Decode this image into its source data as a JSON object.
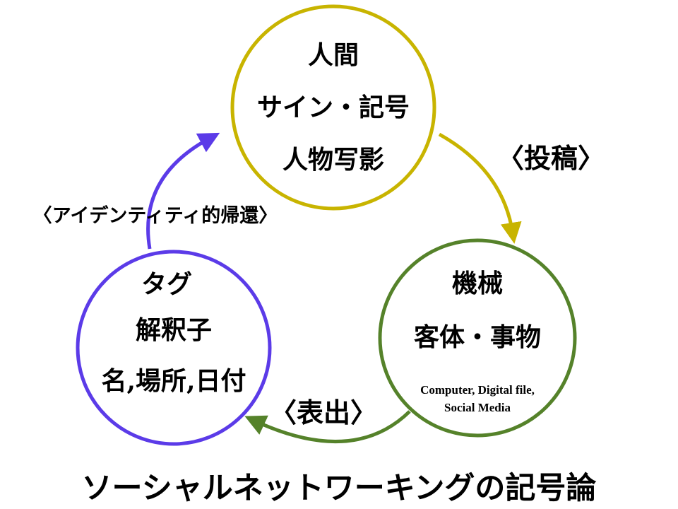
{
  "title": "ソーシャルネットワーキングの記号論",
  "nodes": {
    "human": {
      "lines": [
        "人間",
        "サイン・記号",
        "人物写影"
      ],
      "color": "#c8b400"
    },
    "machine": {
      "lines": [
        "機械",
        "客体・事物"
      ],
      "detail": [
        "Computer, Digital file,",
        "Social Media"
      ],
      "color": "#55822a"
    },
    "tag": {
      "lines": [
        "タグ",
        "解釈子",
        "名,場所,日付"
      ],
      "color": "#5b3be8"
    }
  },
  "edges": {
    "post": {
      "label": "〈投稿〉",
      "color": "#c8b400"
    },
    "express": {
      "label": "〈表出〉",
      "color": "#55822a"
    },
    "identity": {
      "label": "〈アイデンティティ的帰還〉",
      "color": "#5b3be8"
    }
  }
}
